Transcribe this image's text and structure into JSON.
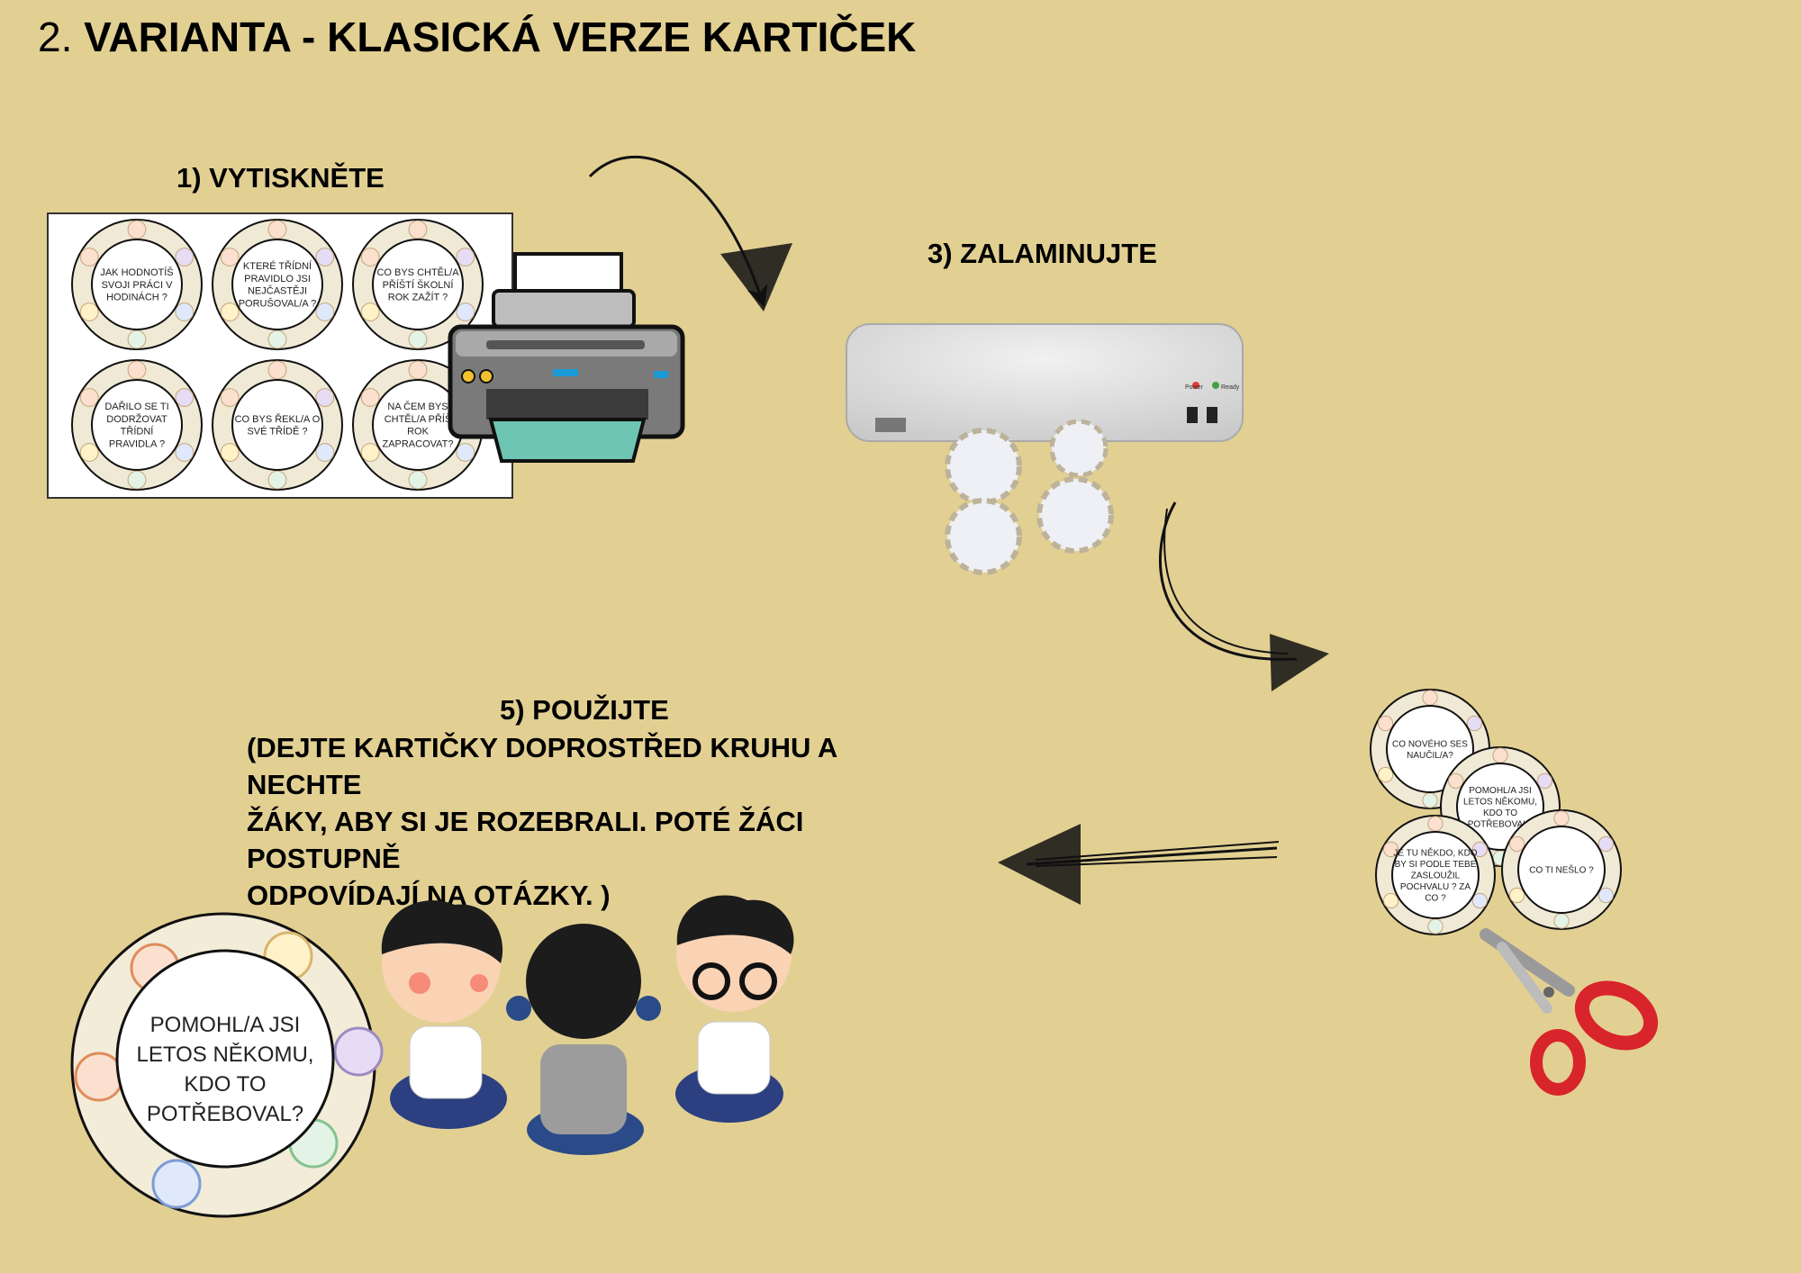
{
  "title": {
    "number": "2.",
    "text": "VARIANTA - KLASICKÁ VERZE KARTIČEK"
  },
  "steps": {
    "print": {
      "label": "1) VYTISKNĚTE"
    },
    "laminate": {
      "label": "3) ZALAMINUJTE"
    },
    "use": {
      "label": "5) POUŽIJTE",
      "lines": [
        "(DEJTE KARTIČKY DOPROSTŘED KRUHU A NECHTE",
        "ŽÁKY, ABY SI JE ROZEBRALI. POTÉ ŽÁCI POSTUPNĚ",
        "ODPOVÍDAJÍ NA  OTÁZKY. )"
      ]
    }
  },
  "sheet_cards": [
    {
      "lines": [
        "JAK HODNOTÍŠ",
        "SVOJI PRÁCI V",
        "HODINÁCH ?"
      ]
    },
    {
      "lines": [
        "KTERÉ TŘÍDNÍ",
        "PRAVIDLO JSI",
        "NEJČASTĚJI",
        "PORUŠOVAL/A ?"
      ]
    },
    {
      "lines": [
        "CO BYS CHTĚL/A",
        "PŘÍŠTÍ ŠKOLNÍ",
        "ROK ZAŽÍT ?"
      ]
    },
    {
      "lines": [
        "DAŘILO SE TI",
        "DODRŽOVAT",
        "TŘÍDNÍ",
        "PRAVIDLA ?"
      ]
    },
    {
      "lines": [
        "CO BYS ŘEKL/A O",
        "SVÉ TŘÍDĚ ?"
      ]
    },
    {
      "lines": [
        "NA ČEM BYS",
        "CHTĚL/A PŘÍŠ",
        "ROK",
        "ZAPRACOVAT?"
      ]
    }
  ],
  "cut_cards": [
    {
      "lines": [
        "CO NOVÉHO SES",
        "NAUČIL/A?"
      ]
    },
    {
      "lines": [
        "POMOHL/A JSI",
        "LETOS NĚKOMU,",
        "KDO TO",
        "POTŘEBOVAL?"
      ]
    },
    {
      "lines": [
        "JE TU NĚKDO, KDO",
        "BY SI PODLE TEBE",
        "ZASLOUŽIL",
        "POCHVALU ? ZA",
        "CO ?"
      ]
    },
    {
      "lines": [
        "CO TI NEŠLO ?"
      ]
    }
  ],
  "big_card": {
    "lines": [
      "POMOHL/A JSI",
      "LETOS NĚKOMU,",
      "KDO TO",
      "POTŘEBOVAL?"
    ]
  },
  "laminator": {
    "power_label": "Power",
    "ready_label": "Ready"
  },
  "icons": [
    "printer-icon",
    "laminator-icon",
    "scissors-icon",
    "arrow-icon",
    "kids-illustration"
  ],
  "colors": {
    "background": "#e2d093",
    "scissors_handle": "#d8242b",
    "printer_tray": "#6fc5b4"
  }
}
